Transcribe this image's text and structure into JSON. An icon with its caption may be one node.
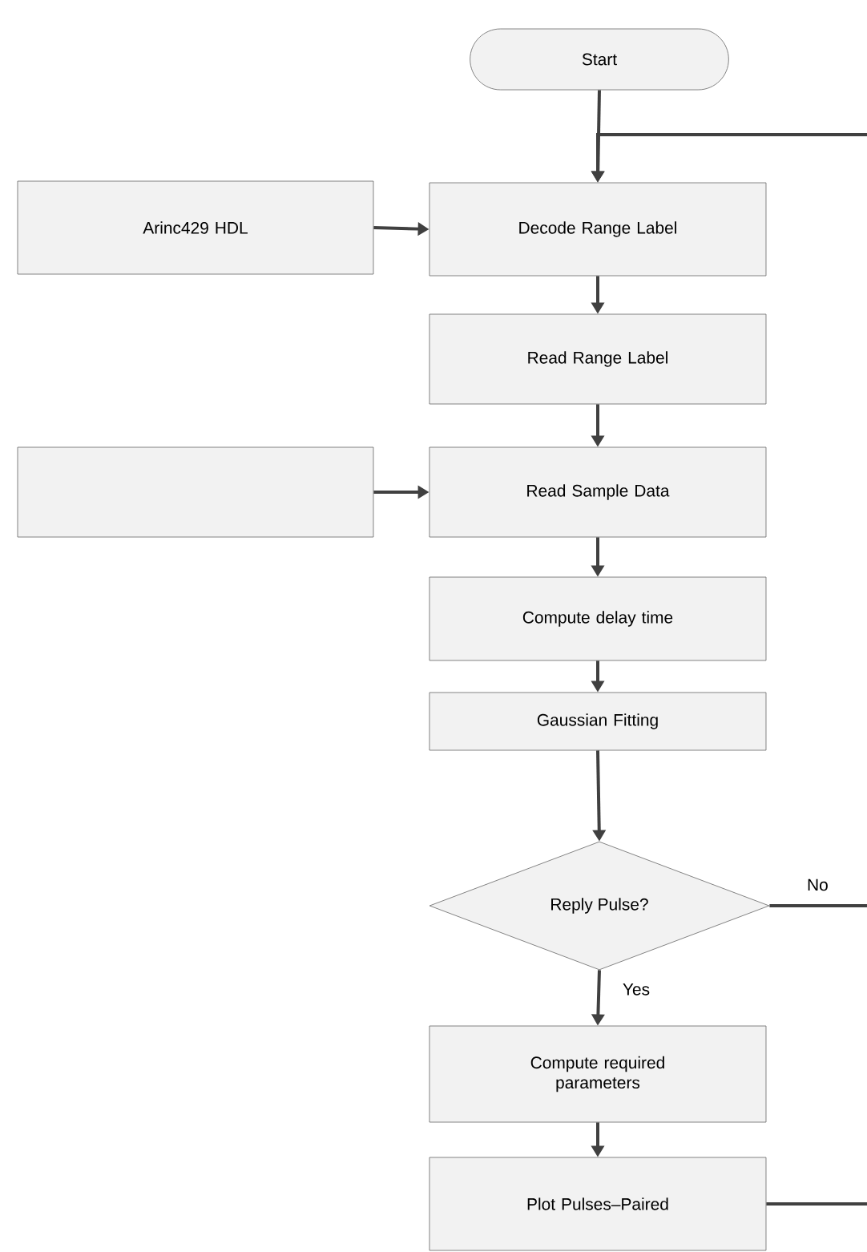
{
  "diagram": {
    "nodes": [
      {
        "text": [
          "Start"
        ]
      },
      {
        "text": [
          "Arinc429 HDL"
        ]
      },
      {
        "text": [
          "Decode Range Label"
        ]
      },
      {
        "text": [
          "Read Range Label"
        ]
      },
      {
        "text": [],
        "shape": "box"
      },
      {
        "text": [
          "Read Sample Data"
        ]
      },
      {
        "text": [
          "Compute delay time"
        ]
      },
      {
        "text": [
          "Gaussian Fitting"
        ]
      },
      {
        "text": [
          "Reply Pulse?"
        ]
      },
      {
        "text": [
          "Compute required parameters"
        ]
      },
      {
        "text": [
          "Plot Pulses–Paired"
        ]
      }
    ],
    "edges": [
      {
        "from": 0,
        "to": 2,
        "arrow": "to"
      },
      {
        "from": null,
        "to": 2,
        "arrow": "to"
      },
      {
        "from": 1,
        "to": 2,
        "arrow": "to"
      },
      {
        "from": 2,
        "to": 3,
        "arrow": "to"
      },
      {
        "from": 3,
        "to": 5,
        "arrow": "to"
      },
      {
        "from": 4,
        "to": 5,
        "arrow": "to"
      },
      {
        "from": 5,
        "to": 6,
        "arrow": "to"
      },
      {
        "from": 6,
        "to": 7,
        "arrow": "to"
      },
      {
        "from": 7,
        "to": 8,
        "arrow": "to"
      },
      {
        "from": 8,
        "to": null,
        "arrow": "none",
        "label": "No"
      },
      {
        "from": 8,
        "to": 9,
        "arrow": "to",
        "label": "Yes"
      },
      {
        "from": 9,
        "to": 10,
        "arrow": "to"
      },
      {
        "from": 10,
        "to": null,
        "arrow": "none"
      }
    ]
  }
}
